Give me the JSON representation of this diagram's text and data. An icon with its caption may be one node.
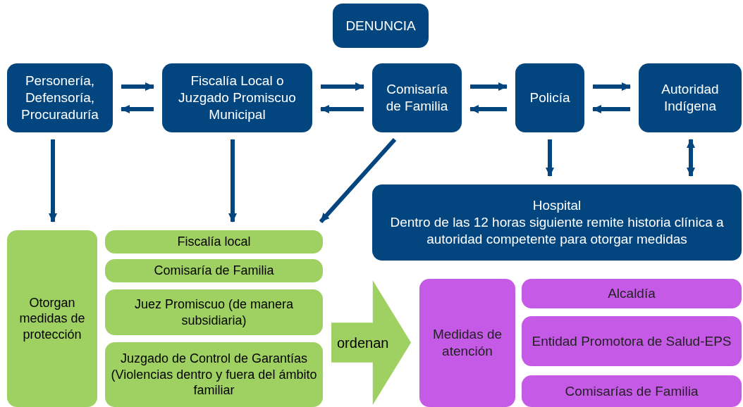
{
  "diagram": {
    "nodes": [
      {
        "text": [
          "DENUNCIA"
        ]
      },
      {
        "text": [
          "Personería, Defensoría, Procuraduría"
        ]
      },
      {
        "text": [
          "Fiscalía Local o Juzgado Promiscuo Municipal"
        ]
      },
      {
        "text": [
          "Comisaría de Familia"
        ]
      },
      {
        "text": [
          "Policía"
        ]
      },
      {
        "text": [
          "Autoridad Indígena"
        ]
      },
      {
        "text": [
          "Hospital",
          "Dentro de las 12 horas siguiente remite historia clínica a autoridad competente para otorgar medidas"
        ]
      },
      {
        "text": [
          "Otorgan medidas de protección"
        ]
      },
      {
        "text": [
          "Fiscalía local"
        ]
      },
      {
        "text": [
          "Comisaría de Familia"
        ]
      },
      {
        "text": [
          "Juez Promiscuo (de manera subsidiaria)"
        ]
      },
      {
        "text": [
          "Juzgado de Control de Garantías (Violencias dentro y fuera del ámbito familiar"
        ]
      },
      {
        "text": [
          "ordenan"
        ]
      },
      {
        "text": [
          "Medidas de atención"
        ]
      },
      {
        "text": [
          "Alcaldía"
        ]
      },
      {
        "text": [
          "Entidad Promotora de Salud-EPS"
        ]
      },
      {
        "text": [
          "Comisarías de Familia"
        ]
      }
    ],
    "edges": [
      {
        "from": 1,
        "to": 2,
        "arrow": "to"
      },
      {
        "from": 2,
        "to": 1,
        "arrow": "to"
      },
      {
        "from": 2,
        "to": 3,
        "arrow": "to"
      },
      {
        "from": 3,
        "to": 2,
        "arrow": "to"
      },
      {
        "from": 3,
        "to": 4,
        "arrow": "to"
      },
      {
        "from": 4,
        "to": 3,
        "arrow": "to"
      },
      {
        "from": 4,
        "to": 5,
        "arrow": "to"
      },
      {
        "from": 5,
        "to": 4,
        "arrow": "to"
      },
      {
        "from": 1,
        "to": 7,
        "arrow": "to"
      },
      {
        "from": 2,
        "to": 8,
        "arrow": "to"
      },
      {
        "from": 3,
        "to": 8,
        "arrow": "to"
      },
      {
        "from": 4,
        "to": 6,
        "arrow": "to"
      },
      {
        "from": 5,
        "to": 6,
        "arrow": "both"
      }
    ]
  }
}
